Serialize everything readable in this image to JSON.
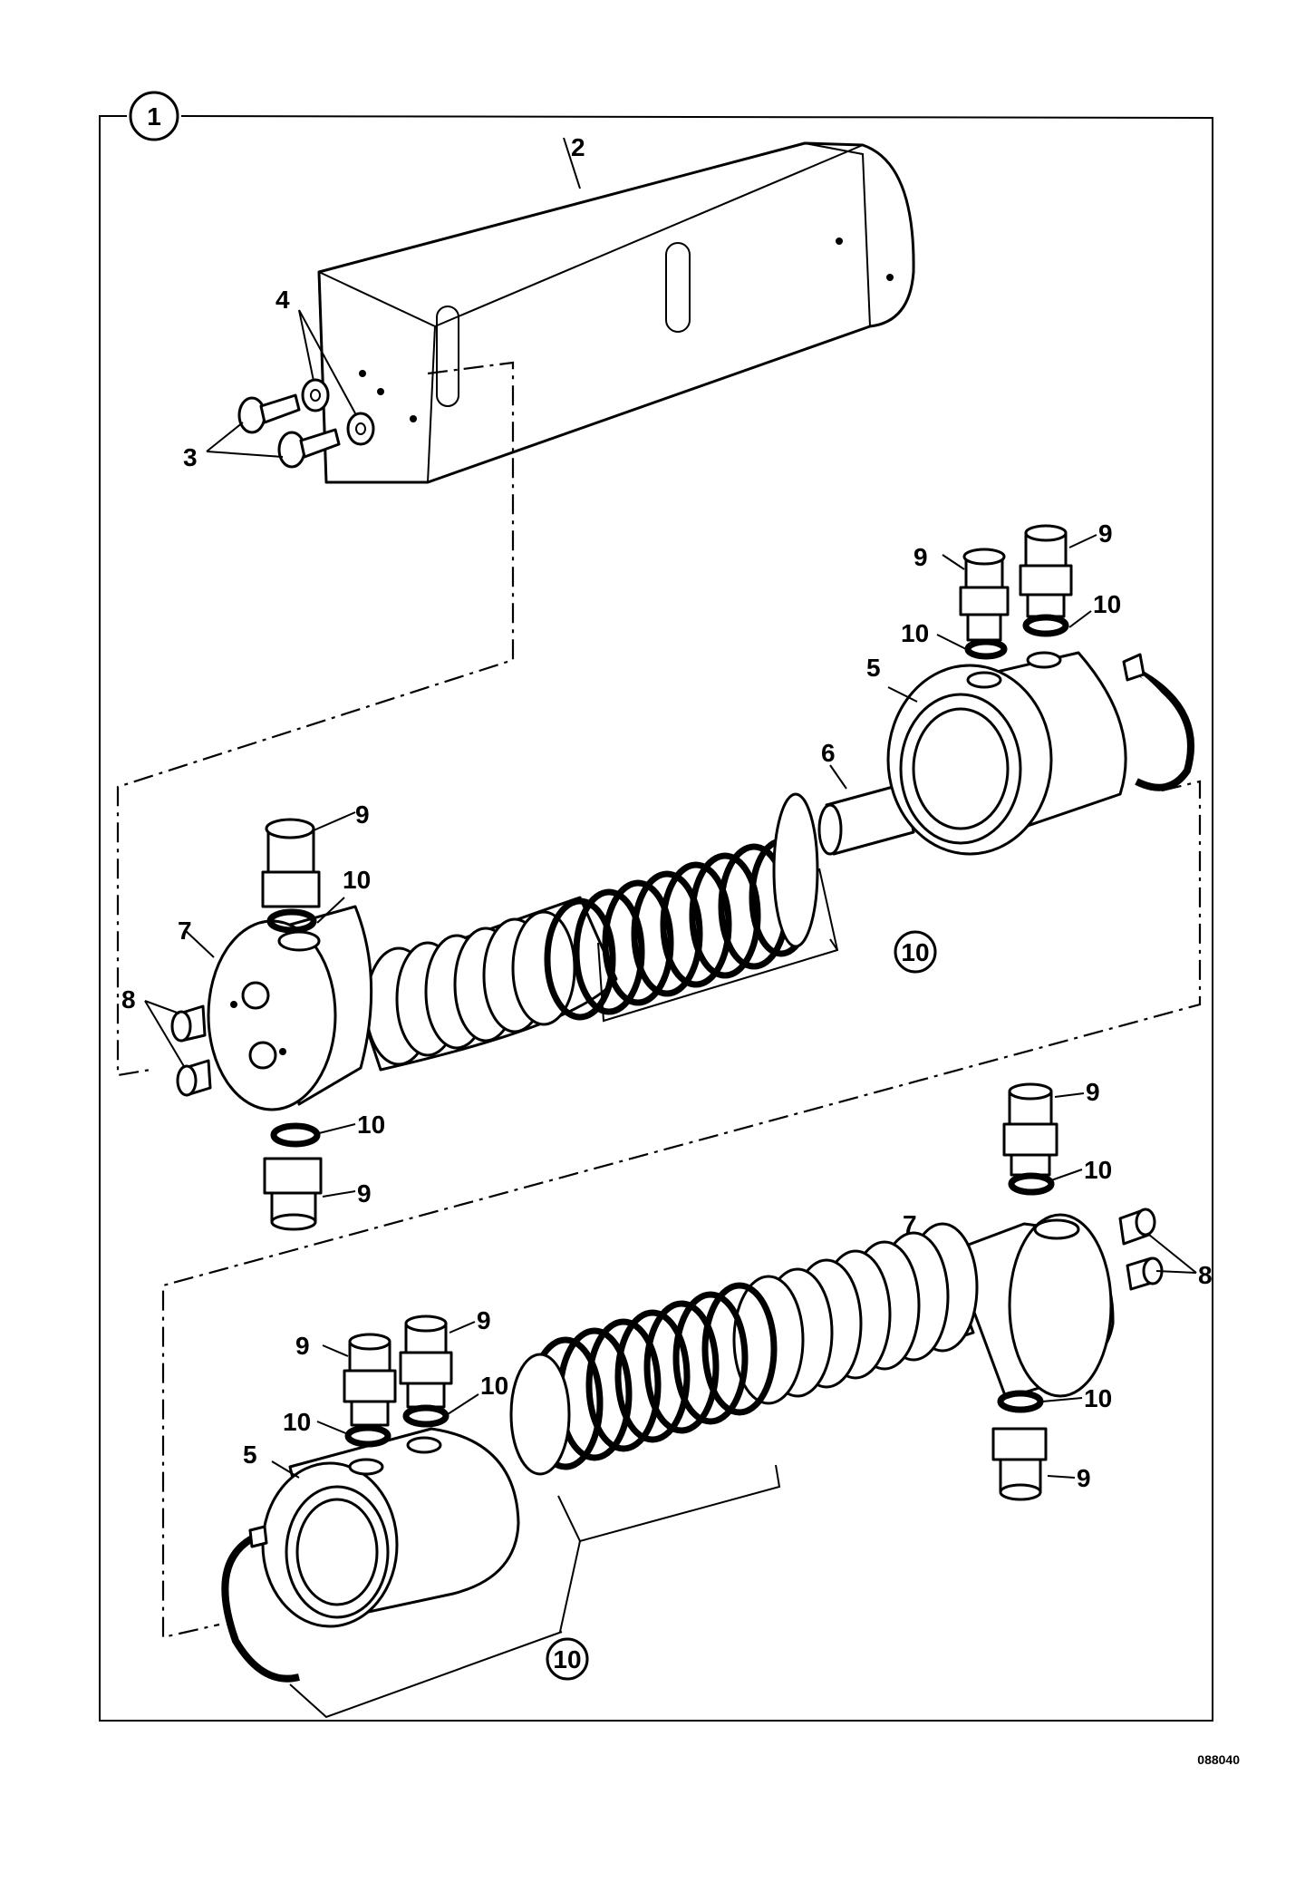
{
  "assembly_number": "1",
  "drawing_reference": "088040",
  "callouts": {
    "bracket": "2",
    "screws": "3",
    "washers": "4",
    "end_cap": "5",
    "pin": "6",
    "body": "7",
    "plugs": "8",
    "adapter": "9",
    "seal": "10"
  },
  "seal_kit_callout": "10"
}
